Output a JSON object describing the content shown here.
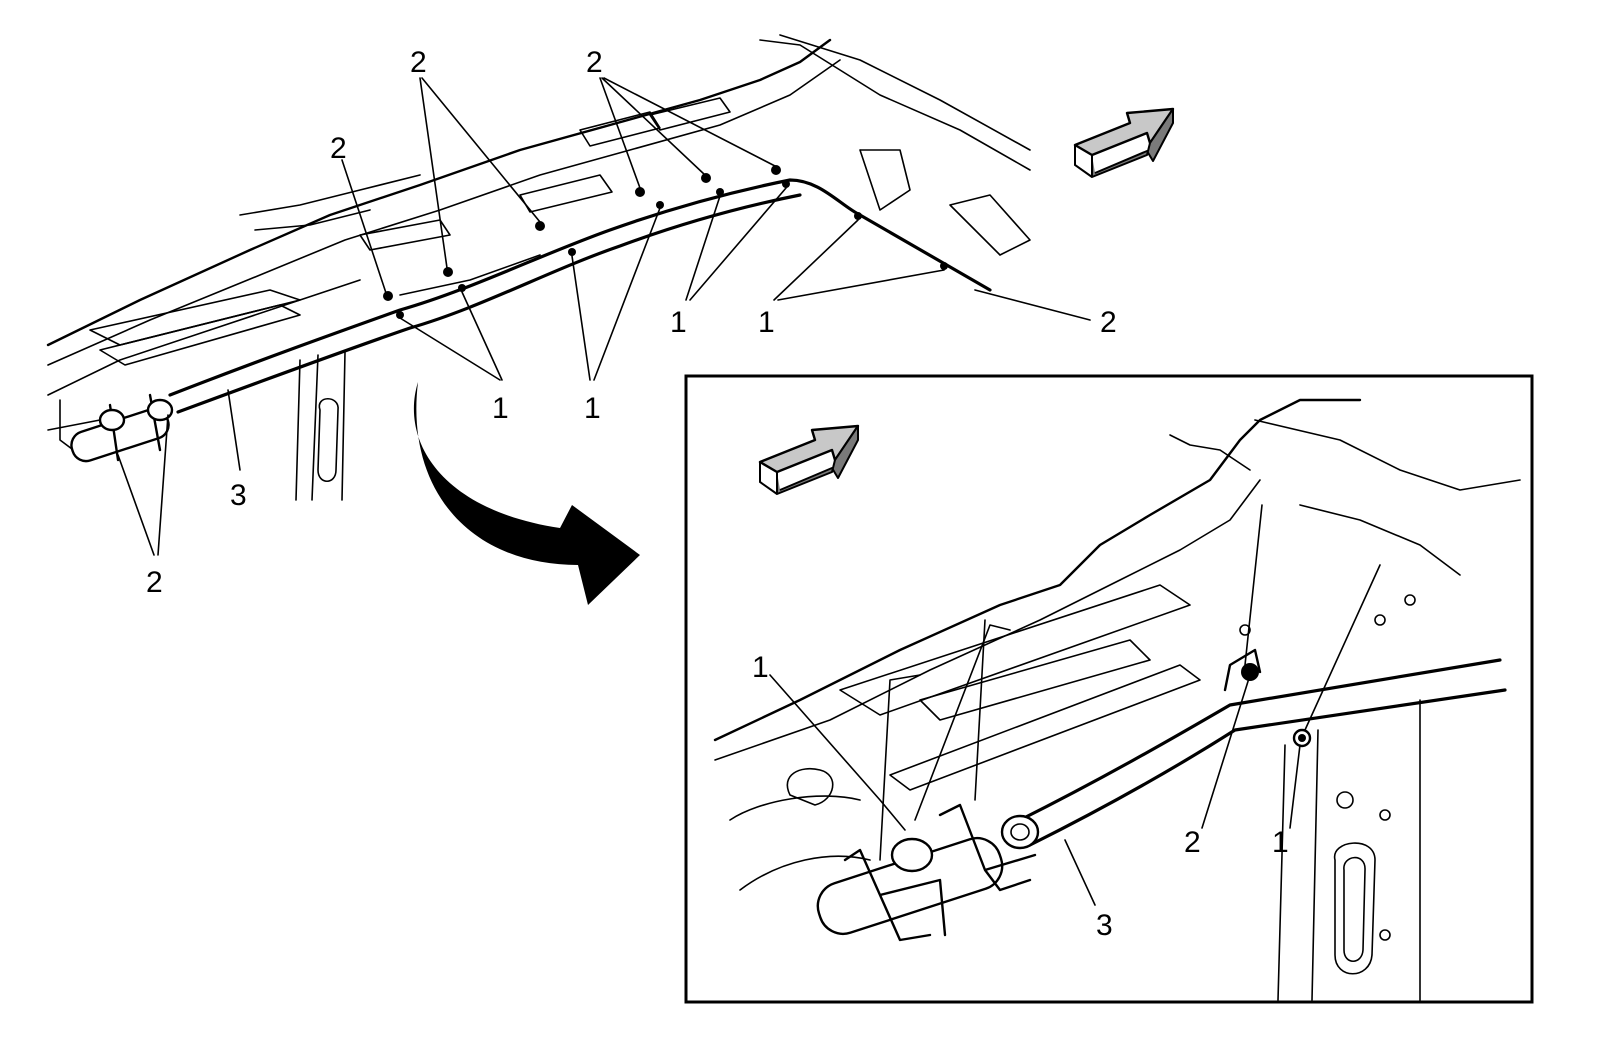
{
  "figure": {
    "title": "Roof Rail Air Bag Fastener Locations",
    "colors": {
      "line": "#000000",
      "background": "#ffffff",
      "arrow_shade": "#c8c8c8"
    }
  },
  "overview": {
    "callouts": {
      "c2_a": "2",
      "c2_b": "2",
      "c2_c": "2",
      "c2_d": "2",
      "c2_e": "2",
      "c1_a": "1",
      "c1_b": "1",
      "c1_c": "1",
      "c1_d": "1",
      "c3": "3"
    },
    "arrow_icon": "forward-direction-arrow-icon"
  },
  "detail": {
    "callouts": {
      "c1_left": "1",
      "c1_right": "1",
      "c2": "2",
      "c3": "3"
    },
    "arrow_icon": "forward-direction-arrow-icon"
  },
  "connector_icon": "curved-pointer-arrow-icon"
}
